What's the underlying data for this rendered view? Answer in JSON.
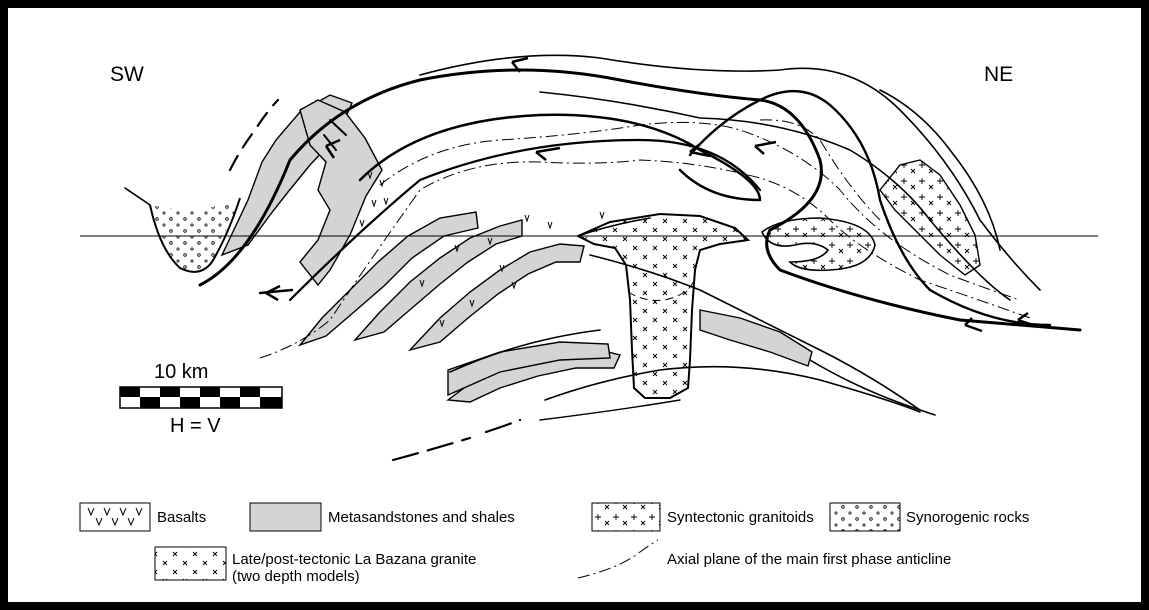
{
  "orientation": {
    "left": "SW",
    "right": "NE"
  },
  "scale_bar": {
    "length_label": "10 km",
    "ratio_label": "H = V"
  },
  "legend": {
    "basalts": "Basalts",
    "metasandstones": "Metasandstones and shales",
    "syntectonic": "Syntectonic granitoids",
    "synorogenic": "Synorogenic rocks",
    "bazana_line1": "Late/post-tectonic La Bazana granite",
    "bazana_line2": "(two depth models)",
    "axial_plane": "Axial plane of the main first phase anticline"
  },
  "colors": {
    "shale_fill": "#d4d4d4",
    "line": "#000000",
    "background": "#ffffff"
  }
}
